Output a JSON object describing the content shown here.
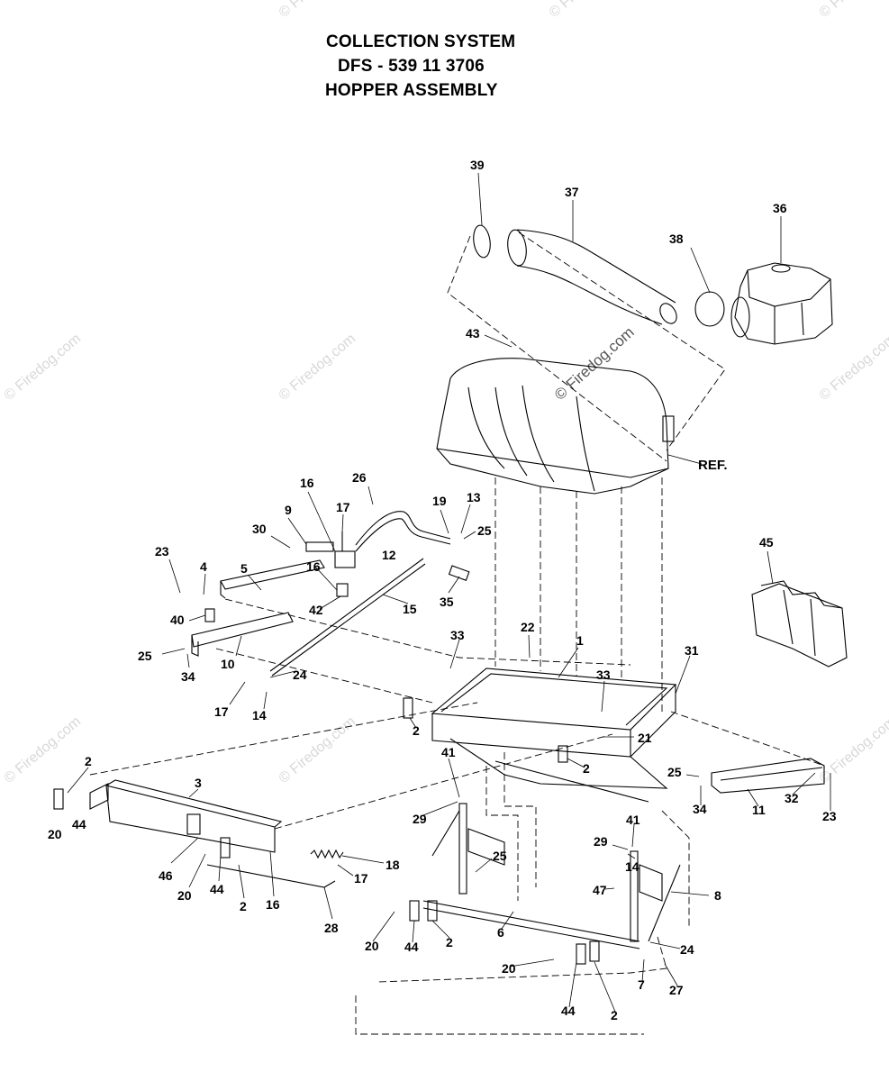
{
  "title": {
    "line1": "COLLECTION SYSTEM",
    "line2": "DFS - 539 11 3706",
    "line3": "HOPPER ASSEMBLY"
  },
  "ref_label": "REF.",
  "watermark": "© Firedog.com",
  "callouts": [
    {
      "id": "c39",
      "label": "39"
    },
    {
      "id": "c37",
      "label": "37"
    },
    {
      "id": "c36",
      "label": "36"
    },
    {
      "id": "c38",
      "label": "38"
    },
    {
      "id": "c43",
      "label": "43"
    },
    {
      "id": "c45",
      "label": "45"
    },
    {
      "id": "c26",
      "label": "26"
    },
    {
      "id": "c16a",
      "label": "16"
    },
    {
      "id": "c17a",
      "label": "17"
    },
    {
      "id": "c9",
      "label": "9"
    },
    {
      "id": "c30",
      "label": "30"
    },
    {
      "id": "c19",
      "label": "19"
    },
    {
      "id": "c13",
      "label": "13"
    },
    {
      "id": "c25a",
      "label": "25"
    },
    {
      "id": "c12",
      "label": "12"
    },
    {
      "id": "c23a",
      "label": "23"
    },
    {
      "id": "c4",
      "label": "4"
    },
    {
      "id": "c5",
      "label": "5"
    },
    {
      "id": "c16b",
      "label": "16"
    },
    {
      "id": "c35",
      "label": "35"
    },
    {
      "id": "c42",
      "label": "42"
    },
    {
      "id": "c15",
      "label": "15"
    },
    {
      "id": "c40",
      "label": "40"
    },
    {
      "id": "c25b",
      "label": "25"
    },
    {
      "id": "c34a",
      "label": "34"
    },
    {
      "id": "c10",
      "label": "10"
    },
    {
      "id": "c24a",
      "label": "24"
    },
    {
      "id": "c17b",
      "label": "17"
    },
    {
      "id": "c14a",
      "label": "14"
    },
    {
      "id": "c33a",
      "label": "33"
    },
    {
      "id": "c22",
      "label": "22"
    },
    {
      "id": "c1",
      "label": "1"
    },
    {
      "id": "c31",
      "label": "31"
    },
    {
      "id": "c33b",
      "label": "33"
    },
    {
      "id": "c2a",
      "label": "2"
    },
    {
      "id": "c21",
      "label": "21"
    },
    {
      "id": "c2b",
      "label": "2"
    },
    {
      "id": "c41a",
      "label": "41"
    },
    {
      "id": "c2c",
      "label": "2"
    },
    {
      "id": "c3",
      "label": "3"
    },
    {
      "id": "c20a",
      "label": "20"
    },
    {
      "id": "c44a",
      "label": "44"
    },
    {
      "id": "c25c",
      "label": "25"
    },
    {
      "id": "c34b",
      "label": "34"
    },
    {
      "id": "c11",
      "label": "11"
    },
    {
      "id": "c32",
      "label": "32"
    },
    {
      "id": "c23b",
      "label": "23"
    },
    {
      "id": "c29a",
      "label": "29"
    },
    {
      "id": "c25d",
      "label": "25"
    },
    {
      "id": "c41b",
      "label": "41"
    },
    {
      "id": "c29b",
      "label": "29"
    },
    {
      "id": "c14b",
      "label": "14"
    },
    {
      "id": "c46",
      "label": "46"
    },
    {
      "id": "c20b",
      "label": "20"
    },
    {
      "id": "c44b",
      "label": "44"
    },
    {
      "id": "c2d",
      "label": "2"
    },
    {
      "id": "c16c",
      "label": "16"
    },
    {
      "id": "c17c",
      "label": "17"
    },
    {
      "id": "c18",
      "label": "18"
    },
    {
      "id": "c28",
      "label": "28"
    },
    {
      "id": "c47",
      "label": "47"
    },
    {
      "id": "c8",
      "label": "8"
    },
    {
      "id": "c6",
      "label": "6"
    },
    {
      "id": "c20c",
      "label": "20"
    },
    {
      "id": "c44c",
      "label": "44"
    },
    {
      "id": "c2e",
      "label": "2"
    },
    {
      "id": "c24b",
      "label": "24"
    },
    {
      "id": "c20d",
      "label": "20"
    },
    {
      "id": "c7",
      "label": "7"
    },
    {
      "id": "c27",
      "label": "27"
    },
    {
      "id": "c44d",
      "label": "44"
    },
    {
      "id": "c2f",
      "label": "2"
    }
  ]
}
